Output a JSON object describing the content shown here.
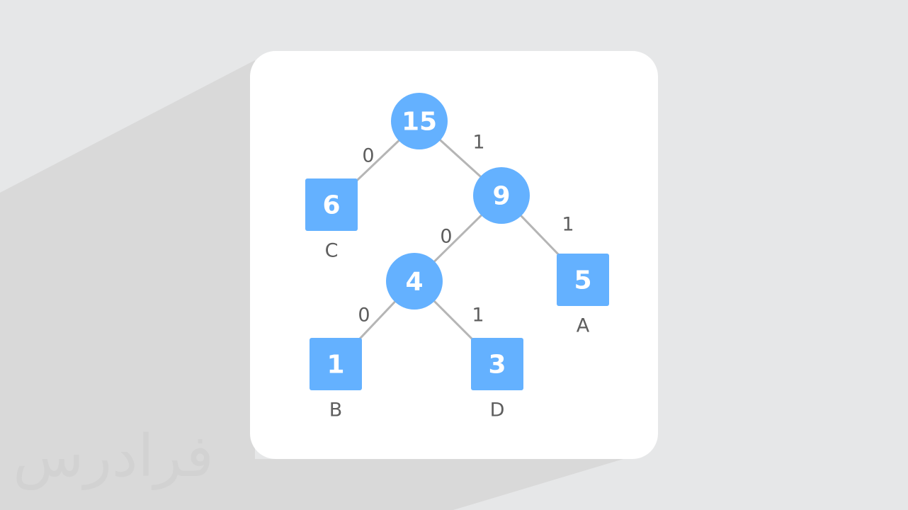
{
  "colors": {
    "background": "#e6e7e8",
    "shadow": "#d9d9d9",
    "card": "#ffffff",
    "node": "#64b1ff",
    "edge": "#b5b5b5",
    "label": "#5e5e5e"
  },
  "tree": {
    "nodes": [
      {
        "id": "n15",
        "shape": "circle",
        "value": "15"
      },
      {
        "id": "n9",
        "shape": "circle",
        "value": "9"
      },
      {
        "id": "n4",
        "shape": "circle",
        "value": "4"
      },
      {
        "id": "n6",
        "shape": "square",
        "value": "6",
        "label": "C"
      },
      {
        "id": "n5",
        "shape": "square",
        "value": "5",
        "label": "A"
      },
      {
        "id": "n1",
        "shape": "square",
        "value": "1",
        "label": "B"
      },
      {
        "id": "n3",
        "shape": "square",
        "value": "3",
        "label": "D"
      }
    ],
    "edges": [
      {
        "from": "n15",
        "to": "n6",
        "bit": "0"
      },
      {
        "from": "n15",
        "to": "n9",
        "bit": "1"
      },
      {
        "from": "n9",
        "to": "n4",
        "bit": "0"
      },
      {
        "from": "n9",
        "to": "n5",
        "bit": "1"
      },
      {
        "from": "n4",
        "to": "n1",
        "bit": "0"
      },
      {
        "from": "n4",
        "to": "n3",
        "bit": "1"
      }
    ]
  },
  "watermark": "فرادرس"
}
